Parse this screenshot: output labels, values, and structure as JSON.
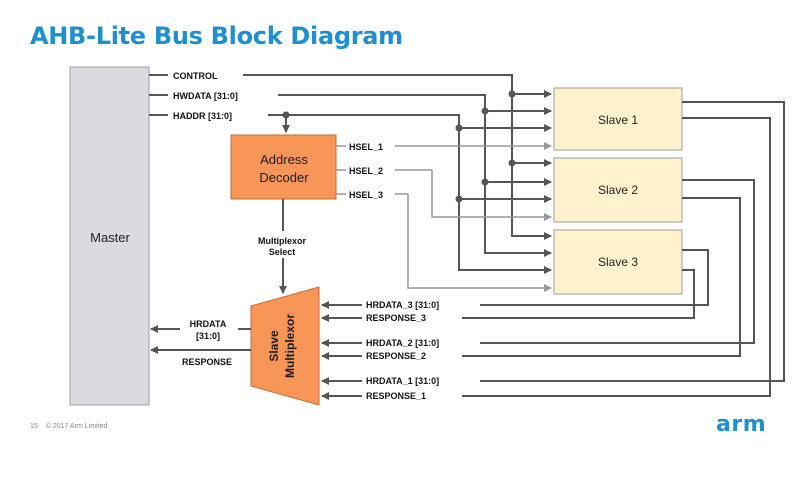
{
  "slide": {
    "title": "AHB-Lite Bus Block Diagram",
    "page_number": "15",
    "copyright": "© 2017 Arm Limited",
    "brand": "arm"
  },
  "colors": {
    "title": "#1e8fd0",
    "master_fill": "#d9dbe0",
    "decoder_fill": "#f79656",
    "slave_fill": "#fff2cc",
    "wire_dark": "#555555",
    "wire_light": "#999999"
  },
  "blocks": {
    "master": "Master",
    "decoder": [
      "Address",
      "Decoder"
    ],
    "slaves": [
      "Slave 1",
      "Slave 2",
      "Slave 3"
    ],
    "mux": [
      "Slave",
      "Multiplexor"
    ]
  },
  "signals": {
    "control": "CONTROL",
    "hwdata": "HWDATA [31:0]",
    "haddr": "HADDR [31:0]",
    "hsel": [
      "HSEL_1",
      "HSEL_2",
      "HSEL_3"
    ],
    "mux_select": [
      "Multiplexor",
      "Select"
    ],
    "hrdata_out": [
      "HRDATA",
      "[31:0]"
    ],
    "response_out": "RESPONSE",
    "slave_returns": [
      {
        "hrdata": "HRDATA_3 [31:0]",
        "response": "RESPONSE_3"
      },
      {
        "hrdata": "HRDATA_2 [31:0]",
        "response": "RESPONSE_2"
      },
      {
        "hrdata": "HRDATA_1 [31:0]",
        "response": "RESPONSE_1"
      }
    ]
  }
}
